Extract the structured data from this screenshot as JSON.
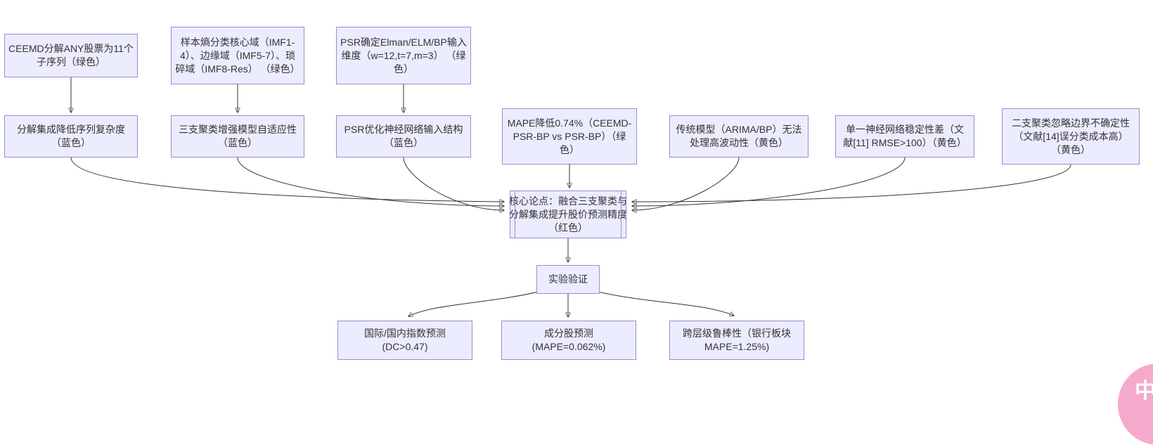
{
  "diagram": {
    "nodes": [
      {
        "id": "ceemd-decomposition",
        "lines": [
          "CEEMD分解ANY股票为11个",
          "子序列（绿色）"
        ]
      },
      {
        "id": "sample-entropy-domains",
        "lines": [
          "样本熵分类核心域（IMF1-",
          "4）、边缘域（IMF5-7）、琐",
          "碎域（IMF8-Res） （绿色）"
        ]
      },
      {
        "id": "psr-input-dimension",
        "lines": [
          "PSR确定Elman/ELM/BP输入",
          "维度（w=12,t=7,m=3） （绿",
          "色）"
        ]
      },
      {
        "id": "decomposition-ensemble",
        "lines": [
          "分解集成降低序列复杂度",
          "（蓝色）"
        ]
      },
      {
        "id": "three-way-clustering",
        "lines": [
          "三支聚类增强模型自适应性",
          "（蓝色）"
        ]
      },
      {
        "id": "psr-optimization",
        "lines": [
          "PSR优化神经网络输入结构",
          "（蓝色）"
        ]
      },
      {
        "id": "mape-reduction",
        "lines": [
          "MAPE降低0.74%（CEEMD-",
          "PSR-BP vs PSR-BP）（绿",
          "色）"
        ]
      },
      {
        "id": "traditional-models",
        "lines": [
          "传统模型（ARIMA/BP）无法",
          "处理高波动性（黄色）"
        ]
      },
      {
        "id": "single-nn-instability",
        "lines": [
          "单一神经网络稳定性差（文",
          "献[11] RMSE>100）（黄色）"
        ]
      },
      {
        "id": "two-way-clustering-limit",
        "lines": [
          "二支聚类忽略边界不确定性",
          "（文献[14]误分类成本高）",
          "（黄色）"
        ]
      },
      {
        "id": "core-thesis",
        "lines": [
          "核心论点：融合三支聚类与",
          "分解集成提升股价预测精度",
          "（红色）"
        ]
      },
      {
        "id": "experimental-validation",
        "lines": [
          "实验验证"
        ]
      },
      {
        "id": "index-prediction",
        "lines": [
          "国际/国内指数预测",
          "(DC>0.47)"
        ]
      },
      {
        "id": "component-stock-prediction",
        "lines": [
          "成分股预测",
          "(MAPE=0.062%)"
        ]
      },
      {
        "id": "cross-level-robustness",
        "lines": [
          "跨层级鲁棒性（银行板块",
          "MAPE=1.25%)"
        ]
      }
    ],
    "colors": {
      "node_fill": "#ececff",
      "node_border": "#9a8ccc",
      "edge": "#333333",
      "text": "#333333"
    }
  },
  "translate_button": {
    "label": "中A",
    "color": "#f6aacb"
  }
}
